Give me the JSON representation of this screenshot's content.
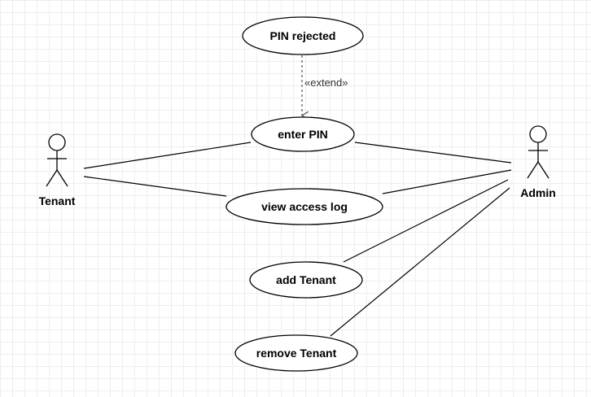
{
  "actors": {
    "tenant": {
      "label": "Tenant"
    },
    "admin": {
      "label": "Admin"
    }
  },
  "use_cases": {
    "pin_rejected": {
      "label": "PIN rejected"
    },
    "enter_pin": {
      "label": "enter PIN"
    },
    "view_access_log": {
      "label": "view access log"
    },
    "add_tenant": {
      "label": "add Tenant"
    },
    "remove_tenant": {
      "label": "remove Tenant"
    }
  },
  "relations": {
    "extend": {
      "label": "«extend»"
    }
  },
  "colors": {
    "stroke": "#000000",
    "grid": "#eeeeee",
    "dashed_arrow": "#555555"
  }
}
